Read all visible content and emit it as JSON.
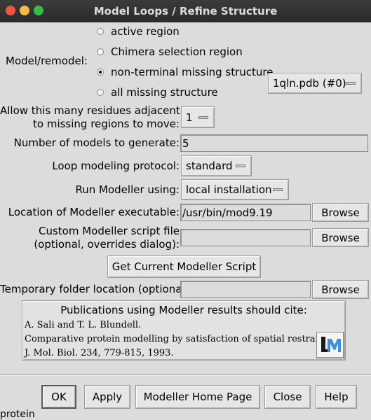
{
  "window": {
    "title": "Model Loops / Refine Structure"
  },
  "model_remodel": {
    "label": "Model/remodel:",
    "options": [
      {
        "label": "active region",
        "selected": false
      },
      {
        "label": "Chimera selection region",
        "selected": false
      },
      {
        "label": "non-terminal missing structure",
        "selected": true
      },
      {
        "label": "all missing structure",
        "selected": false
      }
    ],
    "model_menu": "1qln.pdb (#0)"
  },
  "adjacent": {
    "label_line1": "Allow this many residues adjacent",
    "label_line2": "to missing regions to move:",
    "value": "1"
  },
  "num_models": {
    "label": "Number of models to generate:",
    "value": "5"
  },
  "protocol": {
    "label": "Loop modeling protocol:",
    "value": "standard"
  },
  "run_using": {
    "label": "Run Modeller using:",
    "value": "local installation"
  },
  "executable": {
    "label": "Location of Modeller executable:",
    "value": "/usr/bin/mod9.19",
    "browse": "Browse"
  },
  "custom_script": {
    "label_line1": "Custom Modeller script file",
    "label_line2": "(optional, overrides dialog):",
    "value": "",
    "browse": "Browse"
  },
  "get_script_button": "Get Current Modeller Script",
  "temp_folder": {
    "label": "Temporary folder location (optional):",
    "value": "",
    "browse": "Browse"
  },
  "citation": {
    "heading": "Publications using Modeller results should cite:",
    "authors": "A. Sali and T. L. Blundell.",
    "title": "Comparative protein modelling by satisfaction of spatial restraints.",
    "journal": "J. Mol. Biol. 234, 779-815, 1993."
  },
  "buttons": {
    "ok": "OK",
    "apply": "Apply",
    "home": "Modeller Home Page",
    "close": "Close",
    "help": "Help"
  },
  "cutoff_text": "protein",
  "colors": {
    "titlebar": "#2f2f2f",
    "background": "#dcdcdc",
    "close_dot": "#e9573f",
    "min_dot": "#f6bb42",
    "max_dot": "#37bc46",
    "logo_blue": "#3d8fd6"
  }
}
